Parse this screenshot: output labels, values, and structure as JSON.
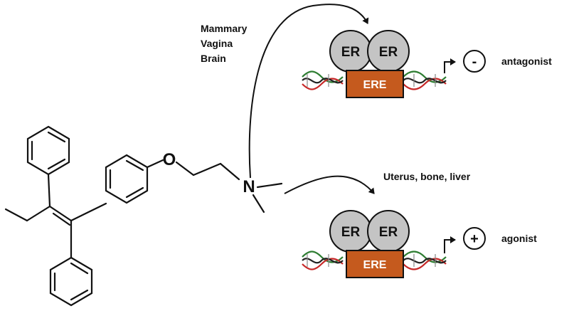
{
  "molecule": {
    "oxygen_label": "O",
    "nitrogen_label": "N"
  },
  "tissues_top": [
    "Mammary",
    "Vagina",
    "Brain"
  ],
  "tissues_bottom": "Uterus, bone, liver",
  "complex_top": {
    "receptor_left": "ER",
    "receptor_right": "ER",
    "element": "ERE",
    "sign": "-",
    "effect": "antagonist"
  },
  "complex_bottom": {
    "receptor_left": "ER",
    "receptor_right": "ER",
    "element": "ERE",
    "sign": "+",
    "effect": "agonist"
  },
  "colors": {
    "receptor": "#c4c4c4",
    "element": "#c55a1e",
    "dna_green": "#2e7d32",
    "dna_red": "#c62828",
    "dna_dark": "#222222"
  }
}
